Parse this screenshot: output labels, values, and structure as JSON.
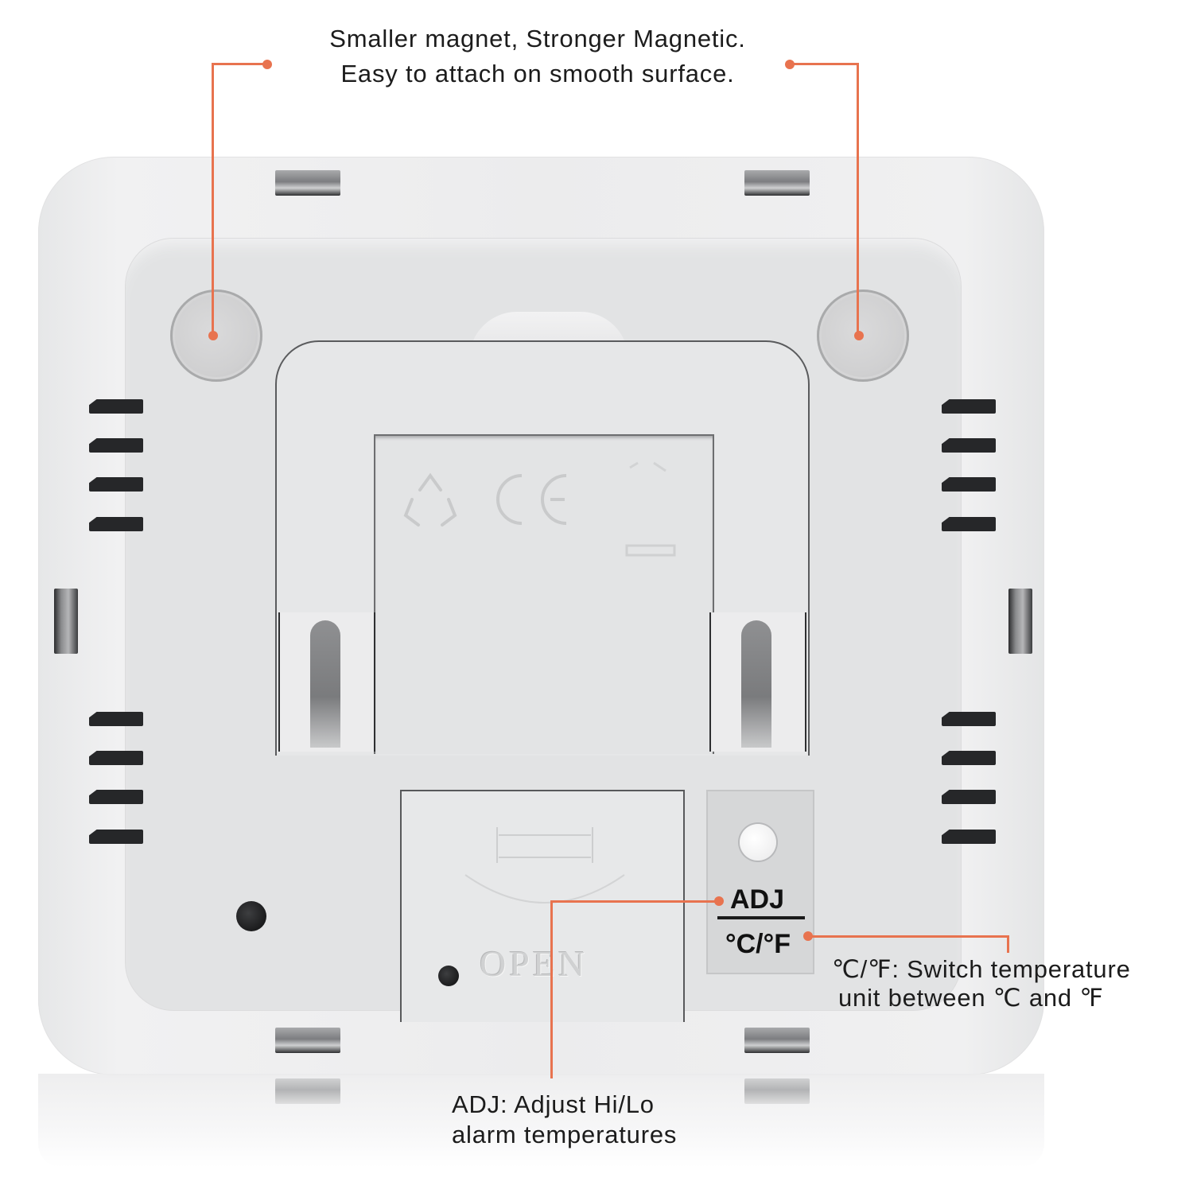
{
  "annotations": {
    "magnet": {
      "line1": "Smaller magnet, Stronger Magnetic.",
      "line2": "Easy to attach on smooth surface."
    },
    "unit_switch": {
      "line1": "℃/℉: Switch temperature",
      "line2": "unit between ℃ and ℉"
    },
    "adjust": {
      "line1": "ADJ: Adjust Hi/Lo",
      "line2": "alarm temperatures"
    }
  },
  "device": {
    "button_labels": {
      "top": "ADJ",
      "bottom": "°C/°F"
    },
    "battery_cover_text": "OPEN",
    "certification_marks": [
      "recycle-symbol",
      "CE"
    ],
    "magnets": 2,
    "vent_groups": 4,
    "vents_per_group": 4
  },
  "colors": {
    "callout": "#e8734f",
    "device_body": "#ececed",
    "vent": "#262729",
    "text": "#1c1c1c"
  }
}
